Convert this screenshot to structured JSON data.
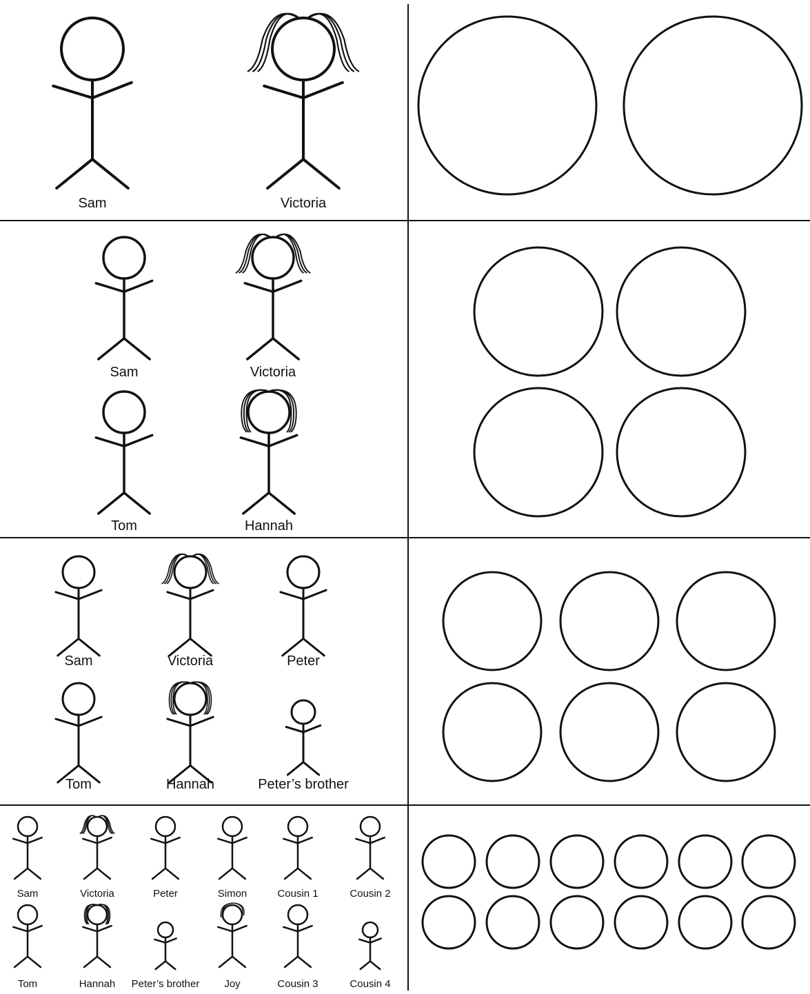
{
  "colors": {
    "ink": "#111111",
    "background": "#ffffff"
  },
  "rows": [
    {
      "people": [
        {
          "name": "Sam",
          "hair": "none"
        },
        {
          "name": "Victoria",
          "hair": "long"
        }
      ],
      "circle_count": 2
    },
    {
      "people": [
        {
          "name": "Sam",
          "hair": "none"
        },
        {
          "name": "Victoria",
          "hair": "long"
        },
        {
          "name": "Tom",
          "hair": "none"
        },
        {
          "name": "Hannah",
          "hair": "bob"
        }
      ],
      "circle_count": 4
    },
    {
      "people": [
        {
          "name": "Sam",
          "hair": "none"
        },
        {
          "name": "Victoria",
          "hair": "long"
        },
        {
          "name": "Peter",
          "hair": "none"
        },
        {
          "name": "Tom",
          "hair": "none"
        },
        {
          "name": "Hannah",
          "hair": "bob"
        },
        {
          "name": "Peter’s brother",
          "hair": "none"
        }
      ],
      "circle_count": 6
    },
    {
      "people": [
        {
          "name": "Sam",
          "hair": "none"
        },
        {
          "name": "Victoria",
          "hair": "long"
        },
        {
          "name": "Peter",
          "hair": "none"
        },
        {
          "name": "Simon",
          "hair": "none"
        },
        {
          "name": "Cousin 1",
          "hair": "none"
        },
        {
          "name": "Cousin 2",
          "hair": "none"
        },
        {
          "name": "Tom",
          "hair": "none"
        },
        {
          "name": "Hannah",
          "hair": "bob"
        },
        {
          "name": "Peter’s brother",
          "hair": "none"
        },
        {
          "name": "Joy",
          "hair": "bun"
        },
        {
          "name": "Cousin 3",
          "hair": "none"
        },
        {
          "name": "Cousin 4",
          "hair": "none"
        }
      ],
      "circle_count": 12
    }
  ]
}
